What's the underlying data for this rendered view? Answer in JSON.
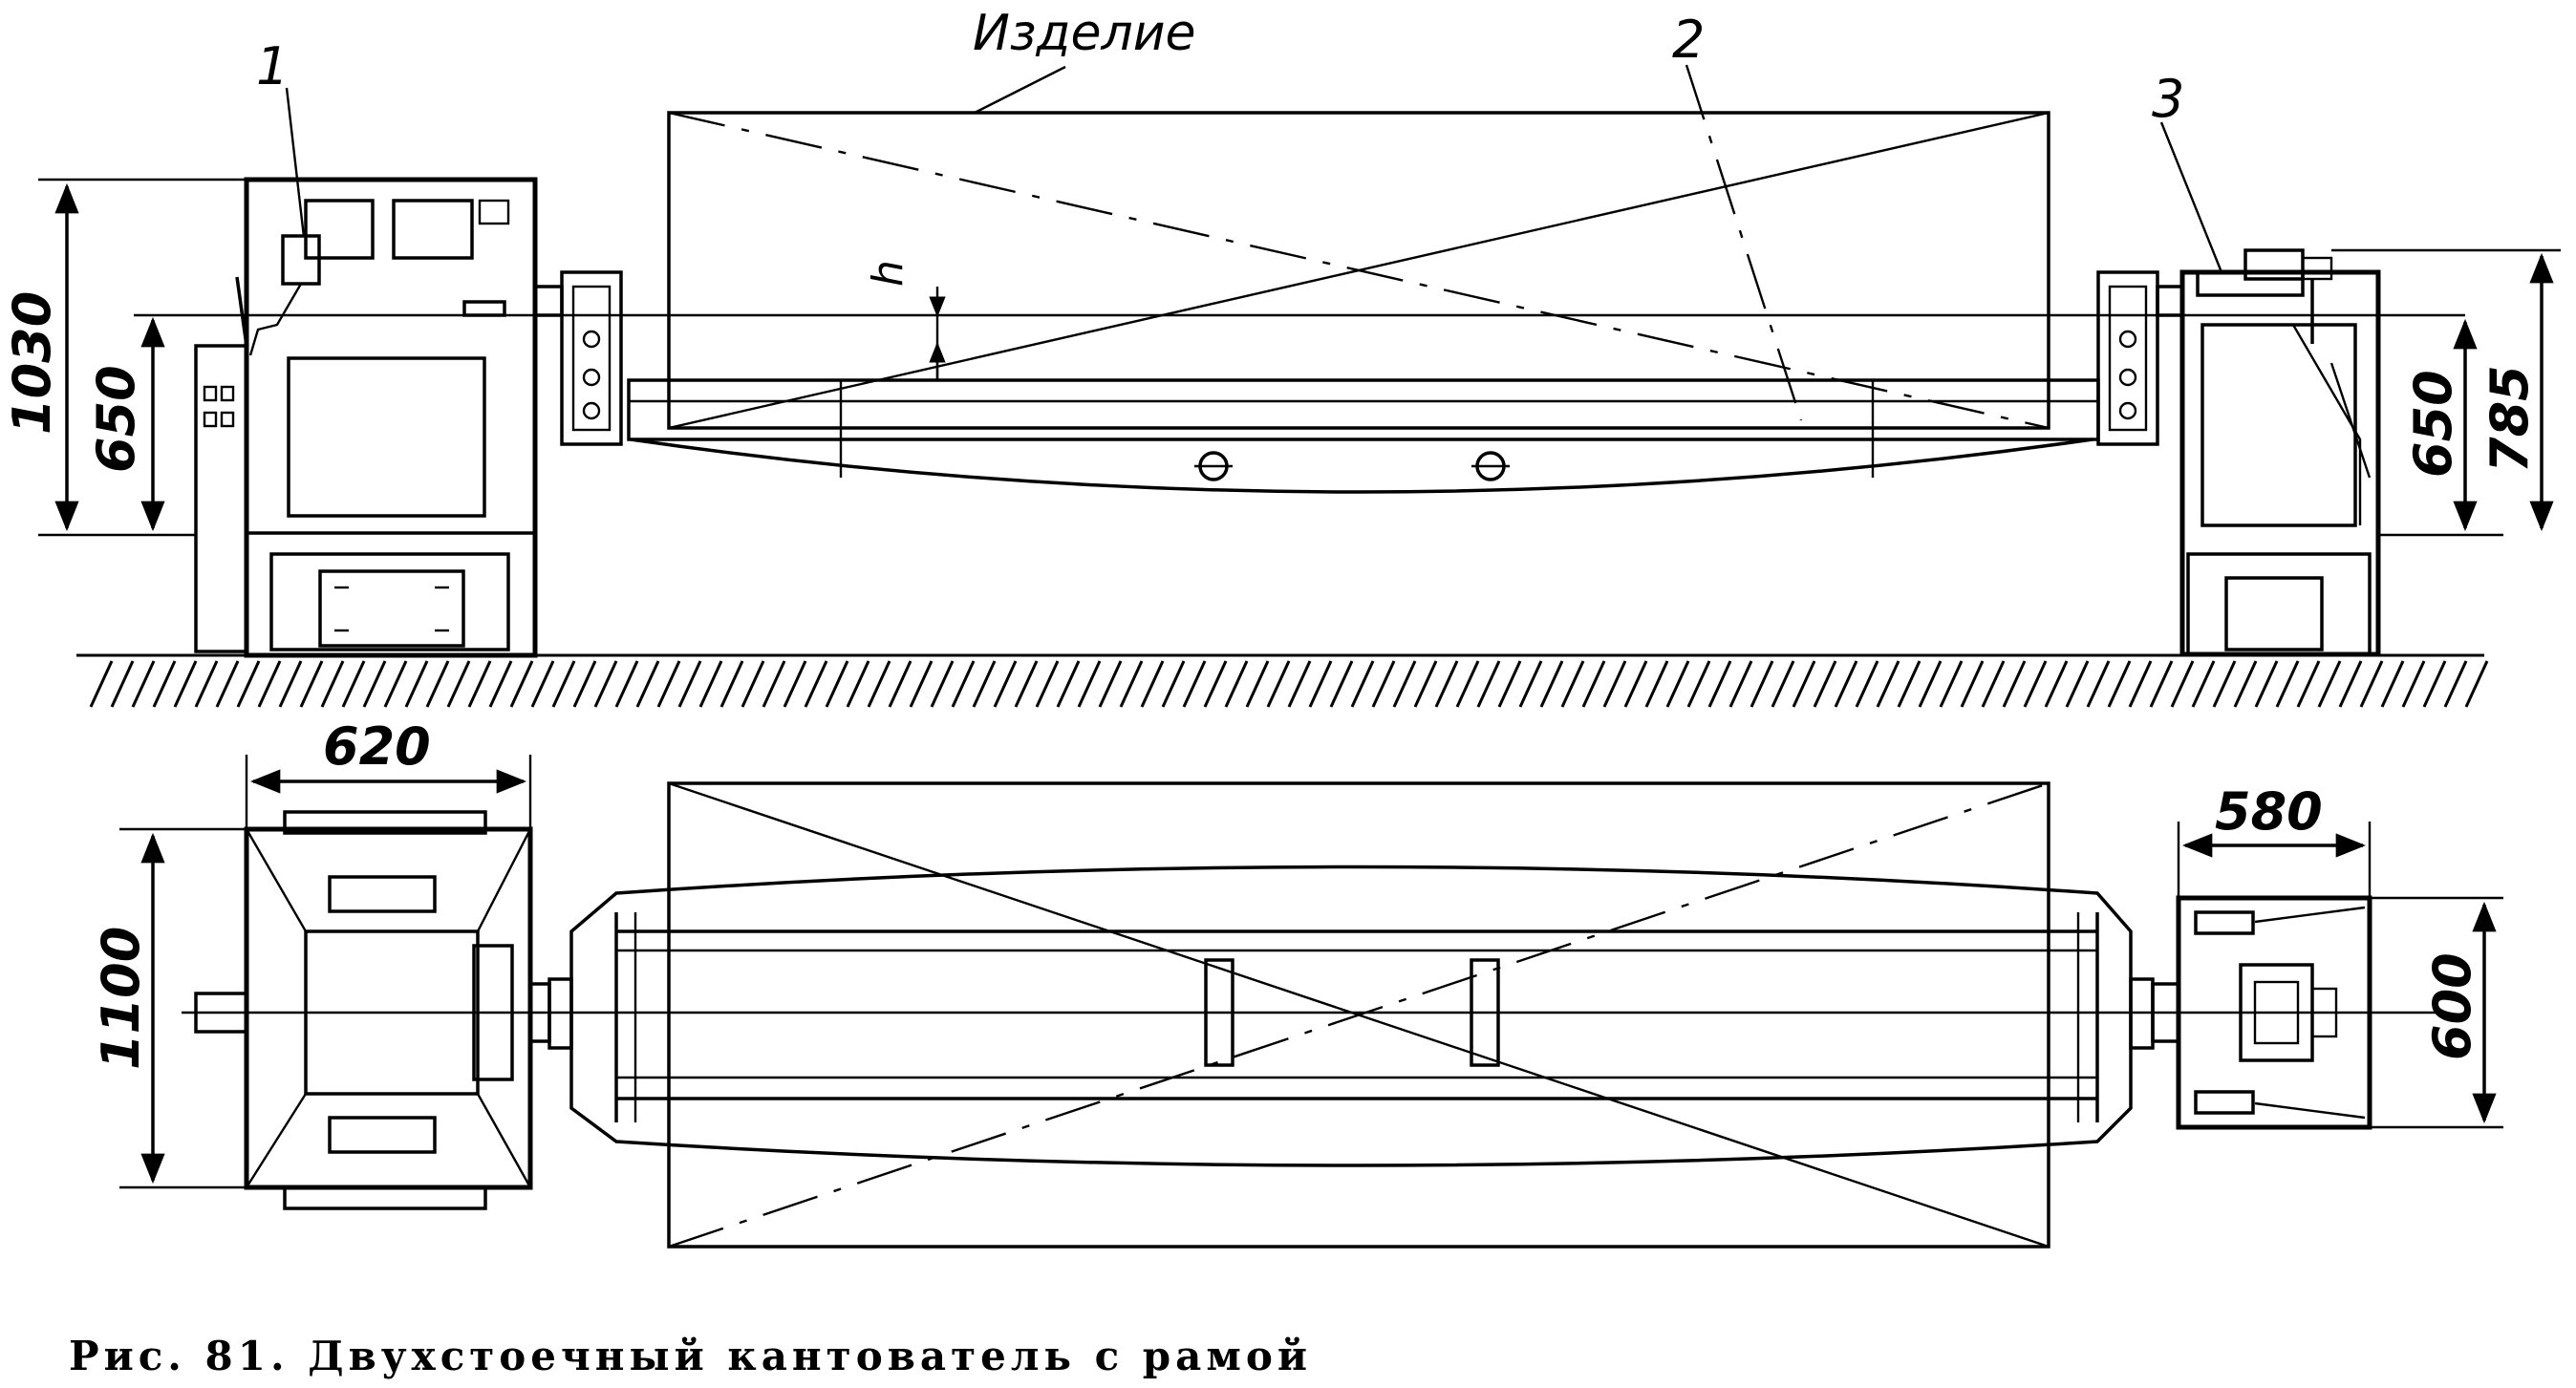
{
  "labels": {
    "workpiece": "Изделие",
    "pos1": "1",
    "pos2": "2",
    "pos3": "3",
    "h": "h"
  },
  "dimensions": {
    "d1030": "1030",
    "d650_left": "650",
    "d650_right": "650",
    "d785": "785",
    "d620": "620",
    "d1100": "1100",
    "d580": "580",
    "d600": "600"
  },
  "caption": "Рис. 81. Двухстоечный кантователь с рамой"
}
